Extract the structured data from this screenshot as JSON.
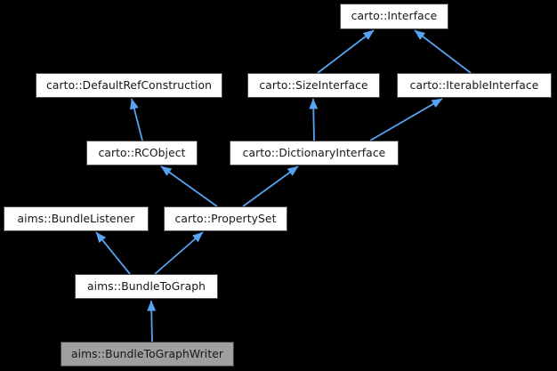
{
  "diagram": {
    "type": "class-inheritance-graph",
    "arrow_color": "#57a2f1",
    "box_fill": "#ffffff",
    "box_border": "#4d4d4d",
    "current_node_fill": "#9f9f9f",
    "background": "#000000",
    "nodes": [
      {
        "id": "interface",
        "label": "carto::Interface",
        "variant": "base"
      },
      {
        "id": "defaultref",
        "label": "carto::DefaultRefConstruction",
        "variant": "base"
      },
      {
        "id": "sizeinterface",
        "label": "carto::SizeInterface",
        "variant": "base"
      },
      {
        "id": "iterableinterface",
        "label": "carto::IterableInterface",
        "variant": "base"
      },
      {
        "id": "rcobject",
        "label": "carto::RCObject",
        "variant": "base"
      },
      {
        "id": "dictionaryinterface",
        "label": "carto::DictionaryInterface",
        "variant": "base"
      },
      {
        "id": "bundlelistener",
        "label": "aims::BundleListener",
        "variant": "base"
      },
      {
        "id": "propertyset",
        "label": "carto::PropertySet",
        "variant": "base"
      },
      {
        "id": "bundletograph",
        "label": "aims::BundleToGraph",
        "variant": "base"
      },
      {
        "id": "bundletographwriter",
        "label": "aims::BundleToGraphWriter",
        "variant": "current"
      }
    ],
    "edges": [
      {
        "derived": "carto::SizeInterface",
        "base": "carto::Interface"
      },
      {
        "derived": "carto::IterableInterface",
        "base": "carto::Interface"
      },
      {
        "derived": "carto::DictionaryInterface",
        "base": "carto::SizeInterface"
      },
      {
        "derived": "carto::DictionaryInterface",
        "base": "carto::IterableInterface"
      },
      {
        "derived": "carto::RCObject",
        "base": "carto::DefaultRefConstruction"
      },
      {
        "derived": "carto::PropertySet",
        "base": "carto::RCObject"
      },
      {
        "derived": "carto::PropertySet",
        "base": "carto::DictionaryInterface"
      },
      {
        "derived": "aims::BundleToGraph",
        "base": "aims::BundleListener"
      },
      {
        "derived": "aims::BundleToGraph",
        "base": "carto::PropertySet"
      },
      {
        "derived": "aims::BundleToGraphWriter",
        "base": "aims::BundleToGraph"
      }
    ]
  }
}
